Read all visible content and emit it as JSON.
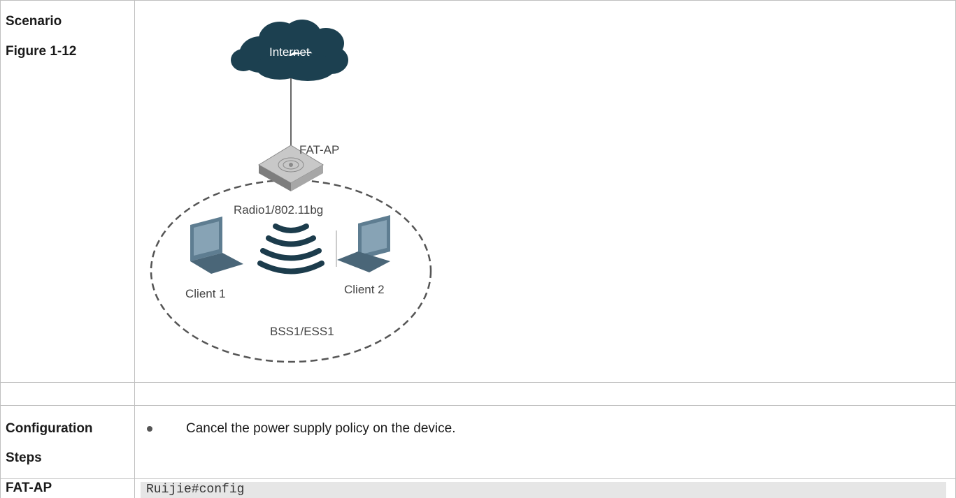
{
  "rows": {
    "scenario_label": "Scenario",
    "figure_label": "Figure 1-12",
    "config_label_line1": "Configuration",
    "config_label_line2": "Steps",
    "fatap_label": "FAT-AP"
  },
  "diagram": {
    "internet_label": "Internet",
    "ap_label": "FAT-AP",
    "radio_label": "Radio1/802.11bg",
    "client1_label": "Client 1",
    "client2_label": "Client 2",
    "bss_label": "BSS1/ESS1"
  },
  "steps": {
    "step1": "Cancel the power supply policy on the device."
  },
  "code": {
    "line1": "Ruijie#config"
  }
}
